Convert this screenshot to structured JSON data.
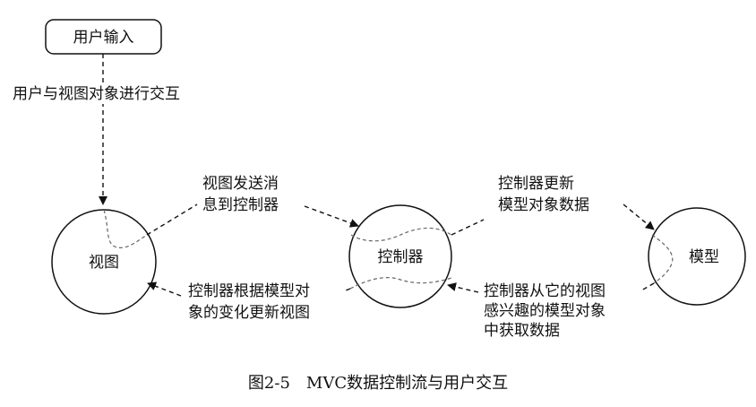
{
  "nodes": {
    "user_input": "用户输入",
    "view": "视图",
    "controller": "控制器",
    "model": "模型"
  },
  "edges": {
    "user_interaction": "用户与视图对象进行交互",
    "view_to_controller": [
      "视图发送消",
      "息到控制器"
    ],
    "controller_to_model": [
      "控制器更新",
      "模型对象数据"
    ],
    "controller_to_view": [
      "控制器根据模型对",
      "象的变化更新视图"
    ],
    "model_to_controller": [
      "控制器从它的视图",
      "感兴趣的模型对象",
      "中获取数据"
    ]
  },
  "caption": "图2-5　MVC数据控制流与用户交互"
}
